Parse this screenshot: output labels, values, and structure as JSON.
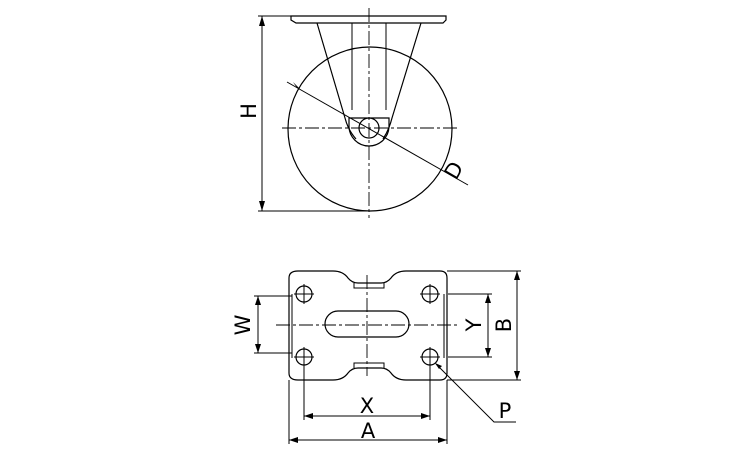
{
  "labels": {
    "height": "H",
    "diameter": "D",
    "plate_width": "W",
    "hole_pitch_y": "Y",
    "plate_length_b": "B",
    "hole_pitch_x": "X",
    "plate_length_a": "A",
    "bolt_hole": "P"
  }
}
